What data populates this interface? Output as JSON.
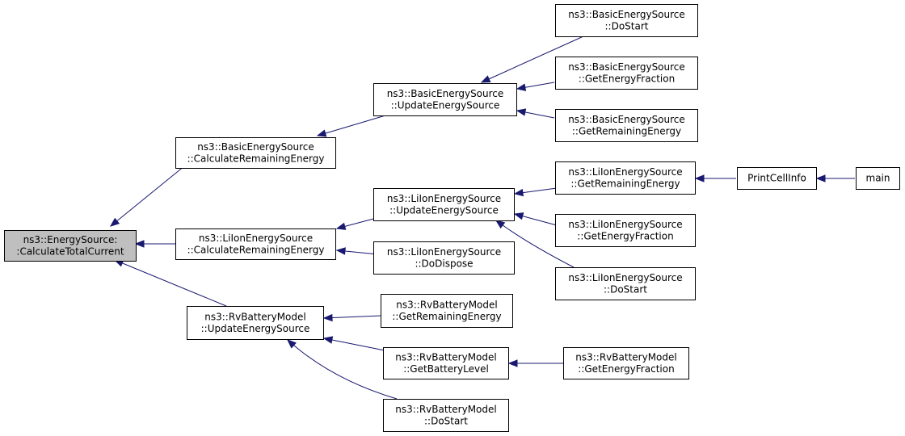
{
  "graph": {
    "colors": {
      "edge": "#191970",
      "root_fill": "#bfbfbf",
      "node_fill": "#ffffff",
      "border": "#000000"
    },
    "nodes": [
      {
        "id": "root",
        "lines": [
          "ns3::EnergySource:",
          ":CalculateTotalCurrent"
        ],
        "highlighted": true
      },
      {
        "id": "basic_calc",
        "lines": [
          "ns3::BasicEnergySource",
          "::CalculateRemainingEnergy"
        ]
      },
      {
        "id": "liion_calc",
        "lines": [
          "ns3::LiIonEnergySource",
          "::CalculateRemainingEnergy"
        ]
      },
      {
        "id": "rv_update",
        "lines": [
          "ns3::RvBatteryModel",
          "::UpdateEnergySource"
        ]
      },
      {
        "id": "basic_update",
        "lines": [
          "ns3::BasicEnergySource",
          "::UpdateEnergySource"
        ]
      },
      {
        "id": "liion_update",
        "lines": [
          "ns3::LiIonEnergySource",
          "::UpdateEnergySource"
        ]
      },
      {
        "id": "liion_dispose",
        "lines": [
          "ns3::LiIonEnergySource",
          "::DoDispose"
        ]
      },
      {
        "id": "rv_remaining",
        "lines": [
          "ns3::RvBatteryModel",
          "::GetRemainingEnergy"
        ]
      },
      {
        "id": "rv_level",
        "lines": [
          "ns3::RvBatteryModel",
          "::GetBatteryLevel"
        ]
      },
      {
        "id": "rv_dostart",
        "lines": [
          "ns3::RvBatteryModel",
          "::DoStart"
        ]
      },
      {
        "id": "basic_dostart",
        "lines": [
          "ns3::BasicEnergySource",
          "::DoStart"
        ]
      },
      {
        "id": "basic_fraction",
        "lines": [
          "ns3::BasicEnergySource",
          "::GetEnergyFraction"
        ]
      },
      {
        "id": "basic_remaining",
        "lines": [
          "ns3::BasicEnergySource",
          "::GetRemainingEnergy"
        ]
      },
      {
        "id": "liion_remaining",
        "lines": [
          "ns3::LiIonEnergySource",
          "::GetRemainingEnergy"
        ]
      },
      {
        "id": "liion_fraction",
        "lines": [
          "ns3::LiIonEnergySource",
          "::GetEnergyFraction"
        ]
      },
      {
        "id": "liion_dostart",
        "lines": [
          "ns3::LiIonEnergySource",
          "::DoStart"
        ]
      },
      {
        "id": "rv_fraction",
        "lines": [
          "ns3::RvBatteryModel",
          "::GetEnergyFraction"
        ]
      },
      {
        "id": "print_cell",
        "lines": [
          "PrintCellInfo"
        ]
      },
      {
        "id": "main",
        "lines": [
          "main"
        ]
      }
    ],
    "edges": [
      {
        "from": "basic_calc",
        "to": "root"
      },
      {
        "from": "liion_calc",
        "to": "root"
      },
      {
        "from": "rv_update",
        "to": "root"
      },
      {
        "from": "basic_update",
        "to": "basic_calc"
      },
      {
        "from": "liion_update",
        "to": "liion_calc"
      },
      {
        "from": "liion_dispose",
        "to": "liion_calc"
      },
      {
        "from": "rv_remaining",
        "to": "rv_update"
      },
      {
        "from": "rv_level",
        "to": "rv_update"
      },
      {
        "from": "rv_dostart",
        "to": "rv_update"
      },
      {
        "from": "basic_dostart",
        "to": "basic_update"
      },
      {
        "from": "basic_fraction",
        "to": "basic_update"
      },
      {
        "from": "basic_remaining",
        "to": "basic_update"
      },
      {
        "from": "liion_remaining",
        "to": "liion_update"
      },
      {
        "from": "liion_fraction",
        "to": "liion_update"
      },
      {
        "from": "liion_dostart",
        "to": "liion_update"
      },
      {
        "from": "rv_fraction",
        "to": "rv_level"
      },
      {
        "from": "print_cell",
        "to": "liion_remaining"
      },
      {
        "from": "main",
        "to": "print_cell"
      }
    ]
  }
}
